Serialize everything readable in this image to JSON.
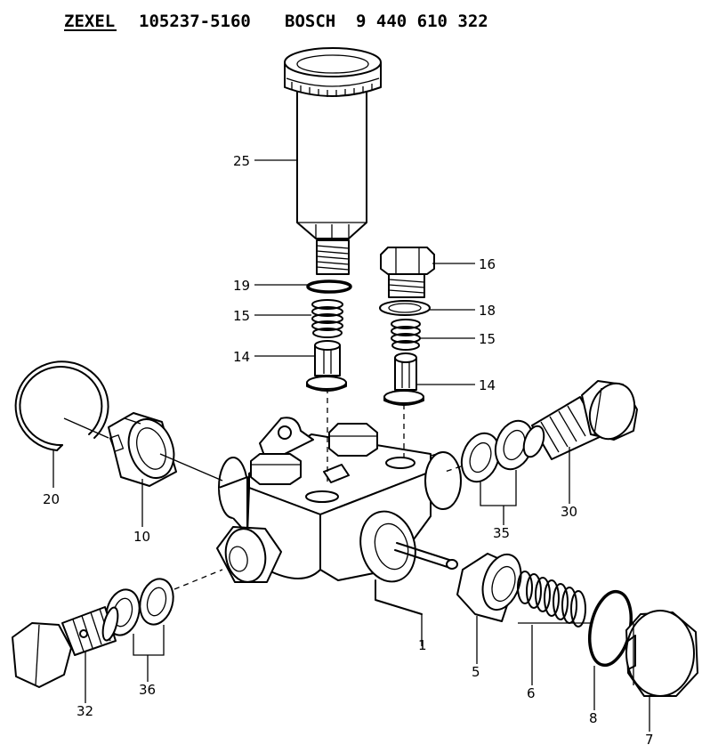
{
  "header": {
    "brand": "ZEXEL",
    "zexel_number": "105237-5160",
    "maker": "BOSCH",
    "bosch_number": "9 440 610 322"
  },
  "parts": [
    {
      "id": "part-25",
      "label": "25"
    },
    {
      "id": "part-19",
      "label": "19"
    },
    {
      "id": "part-15a",
      "label": "15"
    },
    {
      "id": "part-14a",
      "label": "14"
    },
    {
      "id": "part-16",
      "label": "16"
    },
    {
      "id": "part-18",
      "label": "18"
    },
    {
      "id": "part-15b",
      "label": "15"
    },
    {
      "id": "part-14b",
      "label": "14"
    },
    {
      "id": "part-20",
      "label": "20"
    },
    {
      "id": "part-10",
      "label": "10"
    },
    {
      "id": "part-30",
      "label": "30"
    },
    {
      "id": "part-35",
      "label": "35"
    },
    {
      "id": "part-1",
      "label": "1"
    },
    {
      "id": "part-5",
      "label": "5"
    },
    {
      "id": "part-6",
      "label": "6"
    },
    {
      "id": "part-8",
      "label": "8"
    },
    {
      "id": "part-7",
      "label": "7"
    },
    {
      "id": "part-32",
      "label": "32"
    },
    {
      "id": "part-36",
      "label": "36"
    }
  ]
}
